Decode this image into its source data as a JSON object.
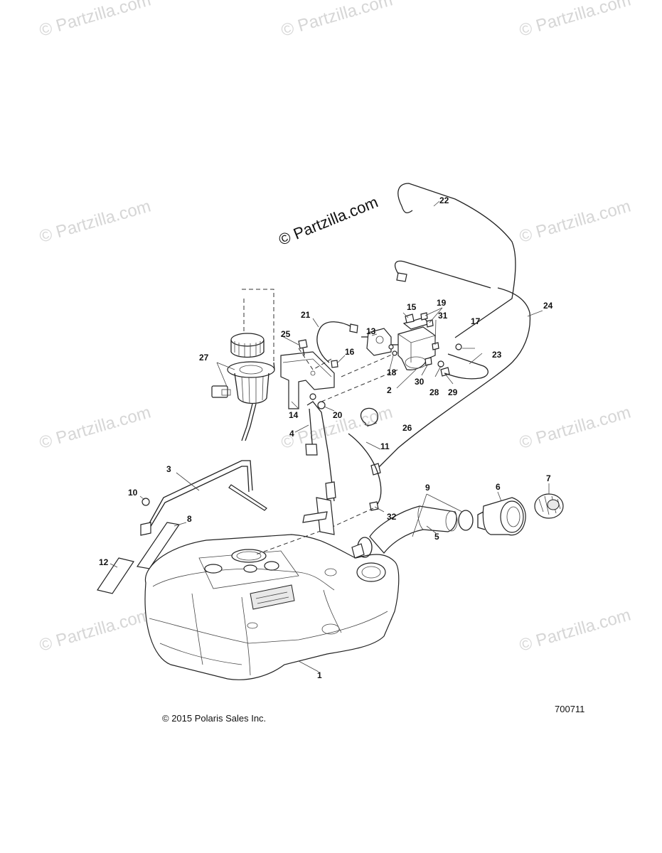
{
  "watermark": {
    "text": "© Partzilla.com",
    "main_text": "© Partzilla.com"
  },
  "footer": {
    "copyright": "© 2015 Polaris Sales Inc.",
    "diagram_id": "700711"
  },
  "callouts": [
    {
      "id": "1",
      "label": "1"
    },
    {
      "id": "2",
      "label": "2"
    },
    {
      "id": "3",
      "label": "3"
    },
    {
      "id": "4",
      "label": "4"
    },
    {
      "id": "5",
      "label": "5"
    },
    {
      "id": "6",
      "label": "6"
    },
    {
      "id": "7",
      "label": "7"
    },
    {
      "id": "8",
      "label": "8"
    },
    {
      "id": "9",
      "label": "9"
    },
    {
      "id": "10",
      "label": "10"
    },
    {
      "id": "11",
      "label": "11"
    },
    {
      "id": "12",
      "label": "12"
    },
    {
      "id": "13",
      "label": "13"
    },
    {
      "id": "14",
      "label": "14"
    },
    {
      "id": "15",
      "label": "15"
    },
    {
      "id": "16",
      "label": "16"
    },
    {
      "id": "17",
      "label": "17"
    },
    {
      "id": "18",
      "label": "18"
    },
    {
      "id": "19",
      "label": "19"
    },
    {
      "id": "20",
      "label": "20"
    },
    {
      "id": "21",
      "label": "21"
    },
    {
      "id": "22",
      "label": "22"
    },
    {
      "id": "23",
      "label": "23"
    },
    {
      "id": "24",
      "label": "24"
    },
    {
      "id": "25",
      "label": "25"
    },
    {
      "id": "26",
      "label": "26"
    },
    {
      "id": "27",
      "label": "27"
    },
    {
      "id": "28",
      "label": "28"
    },
    {
      "id": "29",
      "label": "29"
    },
    {
      "id": "30",
      "label": "30"
    },
    {
      "id": "31",
      "label": "31"
    },
    {
      "id": "32",
      "label": "32"
    }
  ]
}
